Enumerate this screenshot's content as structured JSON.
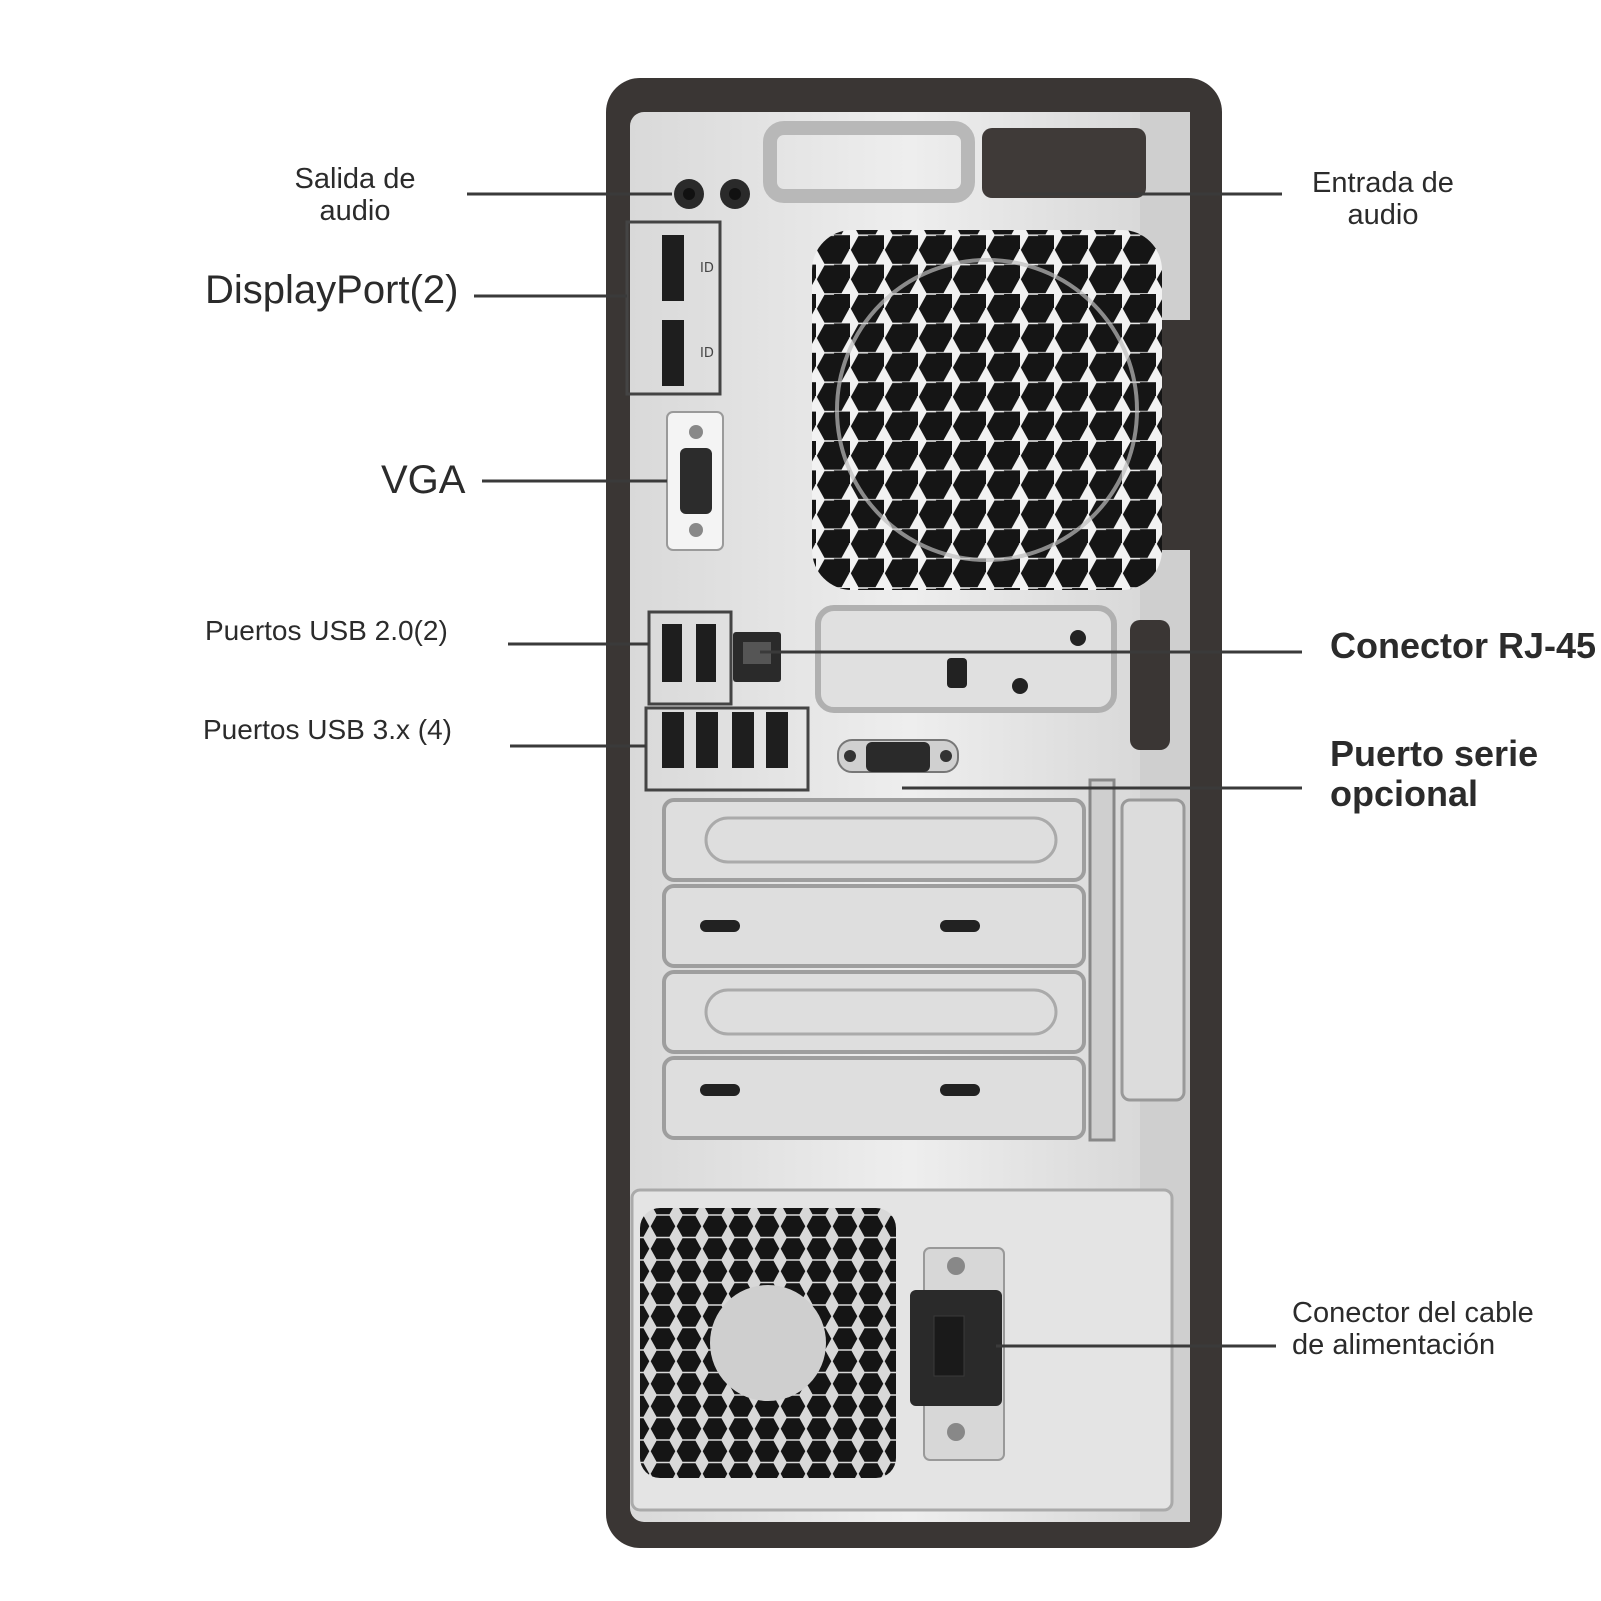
{
  "labels": {
    "audio_out": "Salida de\naudio",
    "audio_in": "Entrada de\naudio",
    "displayport": "DisplayPort(2)",
    "vga": "VGA",
    "usb2": "Puertos USB 2.0(2)",
    "usb3": "Puertos USB 3.x (4)",
    "rj45": "Conector RJ-45",
    "serial": "Puerto serie\nopcional",
    "power": "Conector del cable\nde alimentación"
  },
  "colors": {
    "chassis": "#3a3634",
    "panel": "#e6e6e6",
    "leader": "#3a3a3a",
    "port": "#1e1e1e"
  },
  "icons": {
    "audio_out_icon": "headphone-out",
    "audio_in_icon": "line-in",
    "displayport_icon": "displayport-symbol",
    "usb_icon": "usb-symbol",
    "network_icon": "network-symbol"
  }
}
